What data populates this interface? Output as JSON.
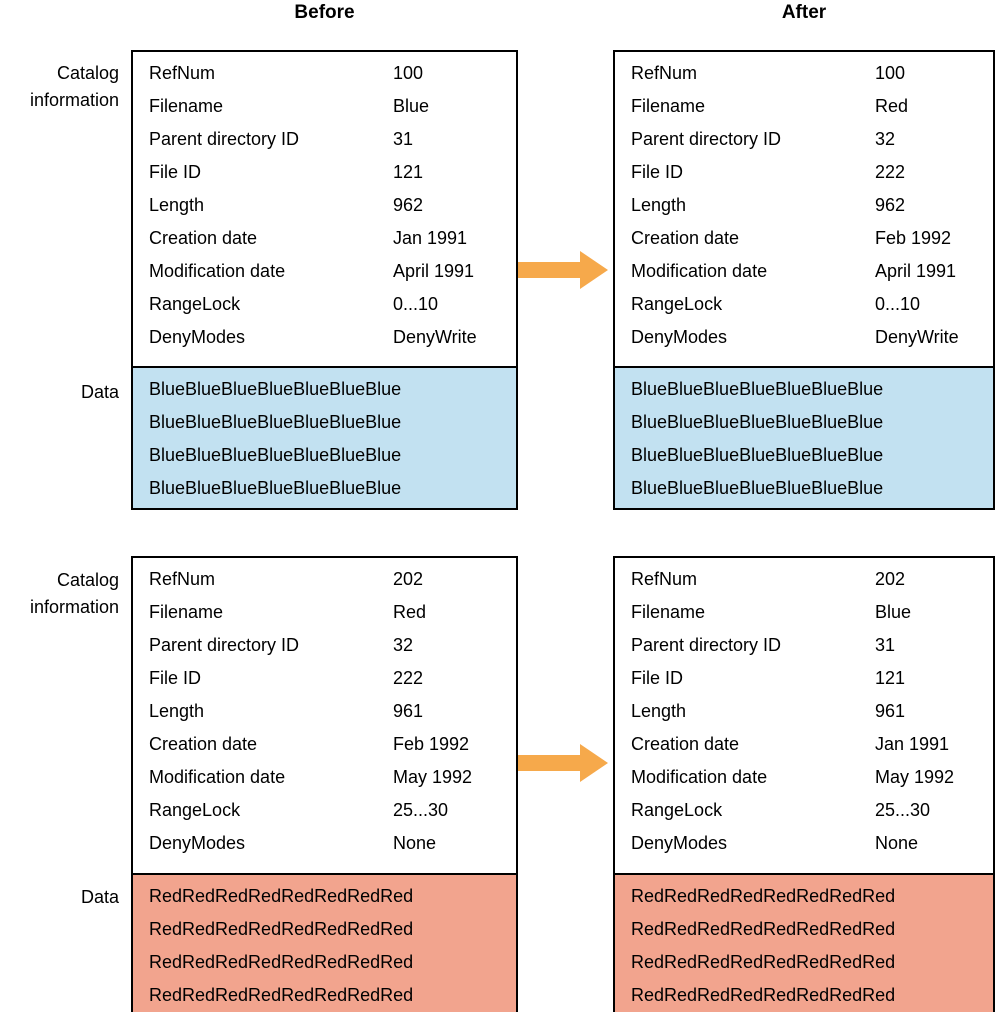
{
  "column_headers": {
    "before": "Before",
    "after": "After"
  },
  "side_labels": {
    "catalog_top": "Catalog information",
    "data_top": "Data",
    "catalog_bottom": "Catalog information",
    "data_bottom": "Data"
  },
  "field_labels": [
    "RefNum",
    "Filename",
    "Parent directory ID",
    "File ID",
    "Length",
    "Creation date",
    "Modification date",
    "RangeLock",
    "DenyModes"
  ],
  "panels": {
    "blue_before": {
      "values": [
        "100",
        "Blue",
        "31",
        "121",
        "962",
        "Jan 1991",
        "April 1991",
        "0...10",
        "DenyWrite"
      ],
      "data_lines": [
        "BlueBlueBlueBlueBlueBlueBlue",
        "BlueBlueBlueBlueBlueBlueBlue",
        "BlueBlueBlueBlueBlueBlueBlue",
        "BlueBlueBlueBlueBlueBlueBlue"
      ]
    },
    "blue_after": {
      "values": [
        "100",
        "Red",
        "32",
        "222",
        "962",
        "Feb 1992",
        "April 1991",
        "0...10",
        "DenyWrite"
      ],
      "data_lines": [
        "BlueBlueBlueBlueBlueBlueBlue",
        "BlueBlueBlueBlueBlueBlueBlue",
        "BlueBlueBlueBlueBlueBlueBlue",
        "BlueBlueBlueBlueBlueBlueBlue"
      ]
    },
    "red_before": {
      "values": [
        "202",
        "Red",
        "32",
        "222",
        "961",
        "Feb 1992",
        "May 1992",
        "25...30",
        "None"
      ],
      "data_lines": [
        "RedRedRedRedRedRedRedRed",
        "RedRedRedRedRedRedRedRed",
        "RedRedRedRedRedRedRedRed",
        "RedRedRedRedRedRedRedRed"
      ]
    },
    "red_after": {
      "values": [
        "202",
        "Blue",
        "31",
        "121",
        "961",
        "Jan 1991",
        "May 1992",
        "25...30",
        "None"
      ],
      "data_lines": [
        "RedRedRedRedRedRedRedRed",
        "RedRedRedRedRedRedRedRed",
        "RedRedRedRedRedRedRedRed",
        "RedRedRedRedRedRedRedRed"
      ]
    }
  },
  "colors": {
    "blue_data_bg": "#C2E1F1",
    "red_data_bg": "#F2A48E",
    "arrow": "#F6A94B",
    "border": "#000000"
  }
}
